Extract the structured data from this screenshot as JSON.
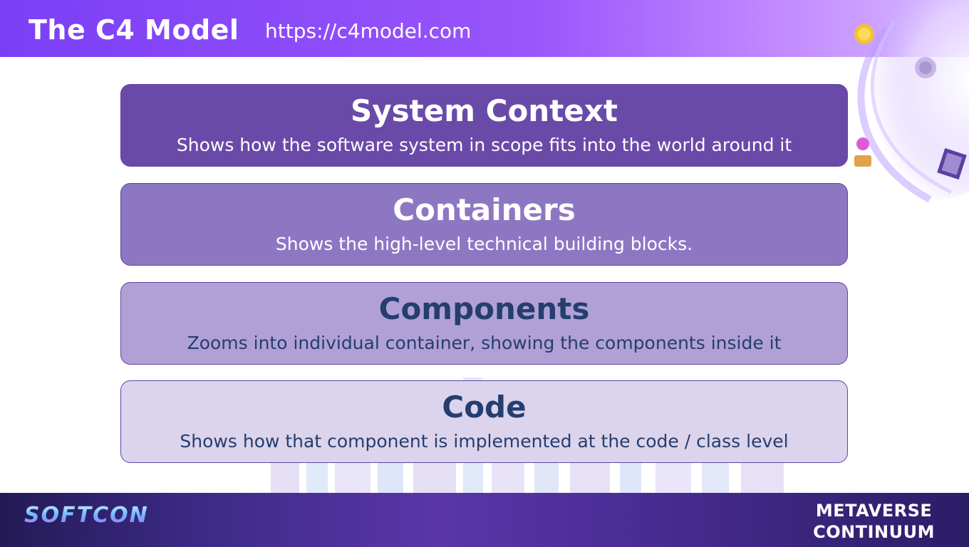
{
  "header": {
    "title": "The C4 Model",
    "url": "https://c4model.com"
  },
  "levels": [
    {
      "name": "System Context",
      "description": "Shows how the software system in scope fits into the world around it"
    },
    {
      "name": "Containers",
      "description": "Shows the high-level technical building blocks."
    },
    {
      "name": "Components",
      "description": "Zooms into individual container, showing the components inside it"
    },
    {
      "name": "Code",
      "description": "Shows how that component is implemented at the code / class level"
    }
  ],
  "footer": {
    "brand": "SOFTCON",
    "event_line1": "METAVERSE",
    "event_line2": "CONTINUUM"
  },
  "colors": {
    "header_purple": "#7a3ff5",
    "level1": "#6a4aa8",
    "level2": "#8e77c2",
    "level3": "#b1a0d6",
    "level4": "#dcd3ec",
    "dark_text": "#243e6f"
  }
}
